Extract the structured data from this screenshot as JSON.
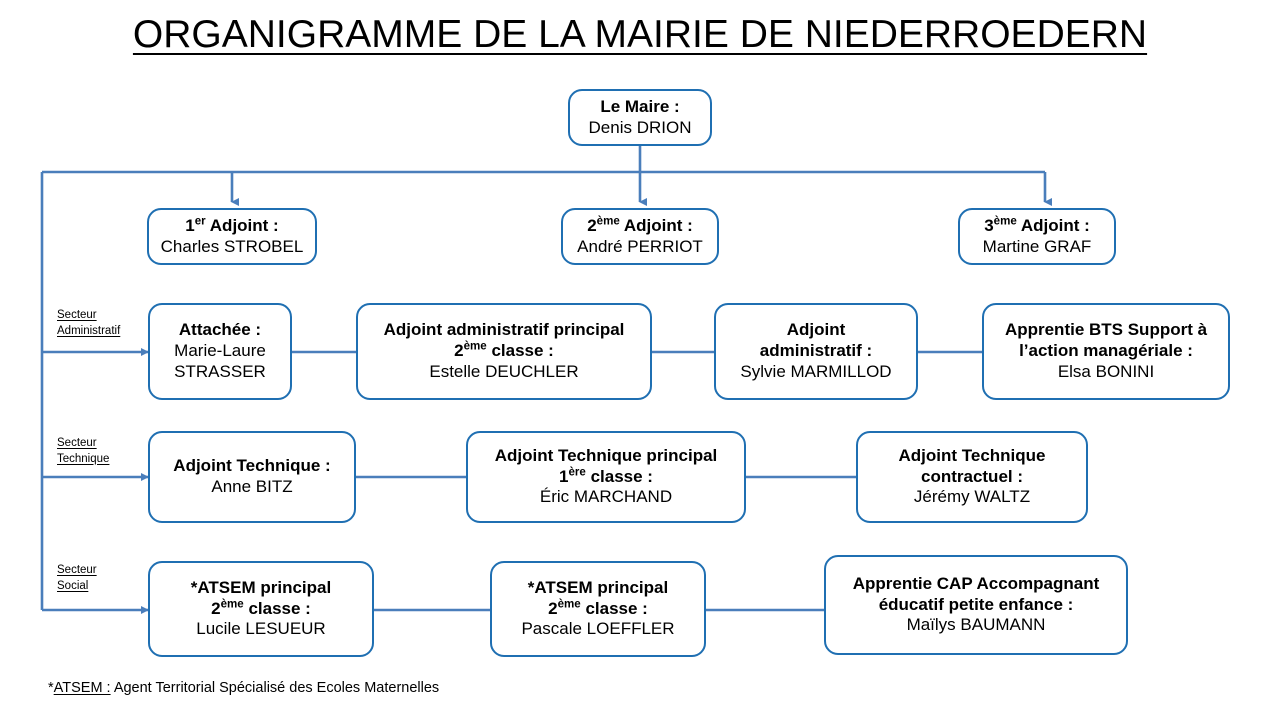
{
  "document": {
    "title_text": "ORGANIGRAMME DE LA MAIRIE DE NIEDERROEDERN",
    "footnote_marker": "*",
    "footnote_term": "ATSEM :",
    "footnote_definition": " Agent Territorial Spécialisé des Ecoles Maternelles"
  },
  "colors": {
    "box_border": "#1F6FB2",
    "connector": "#4A7EBB",
    "text": "#000000",
    "background": "#FFFFFF"
  },
  "mayor": {
    "role": "Le Maire :",
    "name": "Denis DRION"
  },
  "deputies": [
    {
      "role_prefix": "1",
      "role_sup": "er",
      "role_suffix": " Adjoint :",
      "name": "Charles STROBEL"
    },
    {
      "role_prefix": "2",
      "role_sup": "ème",
      "role_suffix": " Adjoint :",
      "name": "André PERRIOT"
    },
    {
      "role_prefix": "3",
      "role_sup": "ème",
      "role_suffix": " Adjoint :",
      "name": "Martine GRAF"
    }
  ],
  "sectors": [
    {
      "label_line1": "Secteur",
      "label_line2": "Administratif"
    },
    {
      "label_line1": "Secteur",
      "label_line2": "Technique"
    },
    {
      "label_line1": "Secteur",
      "label_line2": "Social"
    }
  ],
  "administrative": [
    {
      "line1": "Attachée :",
      "line2": "Marie-Laure",
      "line3": "STRASSER"
    },
    {
      "line1": "Adjoint administratif principal",
      "line2_prefix": "2",
      "line2_sup": "ème",
      "line2_suffix": " classe :",
      "line3": "Estelle DEUCHLER"
    },
    {
      "line1": "Adjoint",
      "line2": "administratif :",
      "line3": "Sylvie MARMILLOD"
    },
    {
      "line1": "Apprentie BTS Support à",
      "line2": "l’action managériale :",
      "line3": "Elsa BONINI"
    }
  ],
  "technical": [
    {
      "line1": "Adjoint Technique :",
      "line2": "Anne BITZ"
    },
    {
      "line1": "Adjoint Technique principal",
      "line2_prefix": "1",
      "line2_sup": "ère",
      "line2_suffix": " classe :",
      "line3": "Éric MARCHAND"
    },
    {
      "line1": "Adjoint Technique",
      "line2": "contractuel :",
      "line3": "Jérémy WALTZ"
    }
  ],
  "social": [
    {
      "line1": "*ATSEM principal",
      "line2_prefix": "2",
      "line2_sup": "ème",
      "line2_suffix": " classe :",
      "line3": "Lucile LESUEUR"
    },
    {
      "line1": "*ATSEM principal",
      "line2_prefix": "2",
      "line2_sup": "ème",
      "line2_suffix": " classe :",
      "line3": "Pascale LOEFFLER"
    },
    {
      "line1": "Apprentie CAP Accompagnant",
      "line2": "éducatif petite enfance :",
      "line3": "Maïlys BAUMANN"
    }
  ]
}
